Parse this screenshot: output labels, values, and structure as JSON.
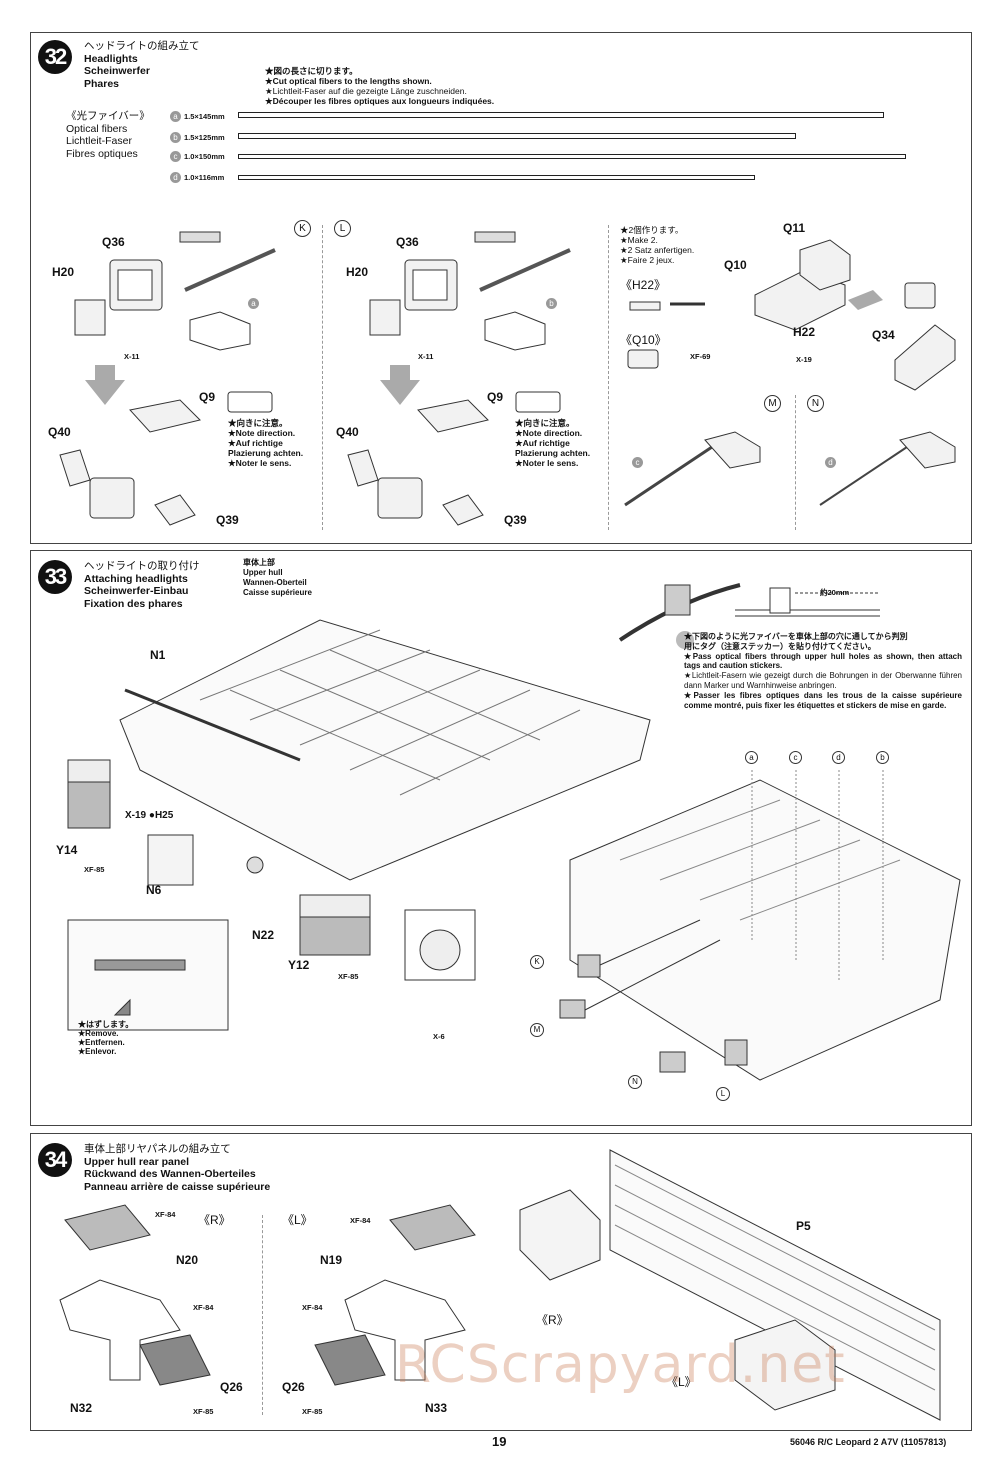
{
  "step32": {
    "number": "32",
    "title_jp": "ヘッドライトの組み立て",
    "title_en": "Headlights",
    "title_de": "Scheinwerfer",
    "title_fr": "Phares",
    "cut_note": [
      "★図の長さに切ります。",
      "★Cut optical fibers to the lengths shown.",
      "★Lichtleit-Faser auf die gezeigte Länge zuschneiden.",
      "★Découper les fibres optiques aux longueurs indiquées."
    ],
    "fiber_label": [
      "《光ファイバー》",
      "Optical fibers",
      "Lichtleit-Faser",
      "Fibres optiques"
    ],
    "fibers": [
      {
        "id": "a",
        "size": "1.5×145mm"
      },
      {
        "id": "b",
        "size": "1.5×125mm"
      },
      {
        "id": "c",
        "size": "1.0×150mm"
      },
      {
        "id": "d",
        "size": "1.0×116mm"
      }
    ],
    "sub_k": "K",
    "sub_l": "L",
    "sub_m": "M",
    "sub_n": "N",
    "parts": {
      "q36": "Q36",
      "h20": "H20",
      "x11": "X-11",
      "q9": "Q9",
      "q40": "Q40",
      "q39": "Q39",
      "q11": "Q11",
      "q10": "Q10",
      "h22": "H22",
      "x19": "X-19",
      "q34": "Q34",
      "xf69": "XF-69",
      "h22_box": "《H22》",
      "q10_box": "《Q10》"
    },
    "direction_note": [
      "★向きに注意。",
      "★Note direction.",
      "★Auf richtige",
      "Plazierung achten.",
      "★Noter le sens."
    ],
    "make2_note": [
      "★2個作ります。",
      "★Make 2.",
      "★2 Satz anfertigen.",
      "★Faire 2 jeux."
    ]
  },
  "step33": {
    "number": "33",
    "title_jp": "ヘッドライトの取り付け",
    "title_en": "Attaching headlights",
    "title_de": "Scheinwerfer-Einbau",
    "title_fr": "Fixation des phares",
    "hull_label": [
      "車体上部",
      "Upper hull",
      "Wannen-Oberteil",
      "Caisse supérieure"
    ],
    "tag_dim": "約20mm",
    "pass_note": [
      "★下図のように光ファイバーを車体上部の穴に通してから判別",
      "用にタグ（注意ステッカー）を貼り付けてください。",
      "★Pass optical fibers through upper hull holes as shown, then attach tags and caution stickers.",
      "★Lichtleit-Fasern wie gezeigt durch die Bohrungen in der Oberwanne führen dann Marker und Warnhinweise anbringen.",
      "★Passer les fibres optiques dans les trous de la caisse supérieure comme montré, puis fixer les étiquettes et stickers de mise en garde."
    ],
    "remove_note": [
      "★はずします。",
      "★Remove.",
      "★Entfernen.",
      "★Enlevor."
    ],
    "parts": {
      "n1": "N1",
      "h25": "X-19 ●H25",
      "y14": "Y14",
      "xf85a": "XF-85",
      "n6": "N6",
      "n22": "N22",
      "y12": "Y12",
      "xf85b": "XF-85",
      "x6": "X-6"
    }
  },
  "step34": {
    "number": "34",
    "title_jp": "車体上部リヤパネルの組み立て",
    "title_en": "Upper hull rear panel",
    "title_de": "Rückwand des Wannen-Oberteiles",
    "title_fr": "Panneau arrière de caisse supérieure",
    "side_r": "《R》",
    "side_l": "《L》",
    "parts": {
      "xf84": "XF-84",
      "xf85": "XF-85",
      "n20": "N20",
      "n19": "N19",
      "q26": "Q26",
      "n32": "N32",
      "n33": "N33",
      "p5": "P5"
    }
  },
  "footer": {
    "page": "19",
    "code": "56046 R/C Leopard 2 A7V (11057813)"
  },
  "watermark": "RCScrapyard.net"
}
